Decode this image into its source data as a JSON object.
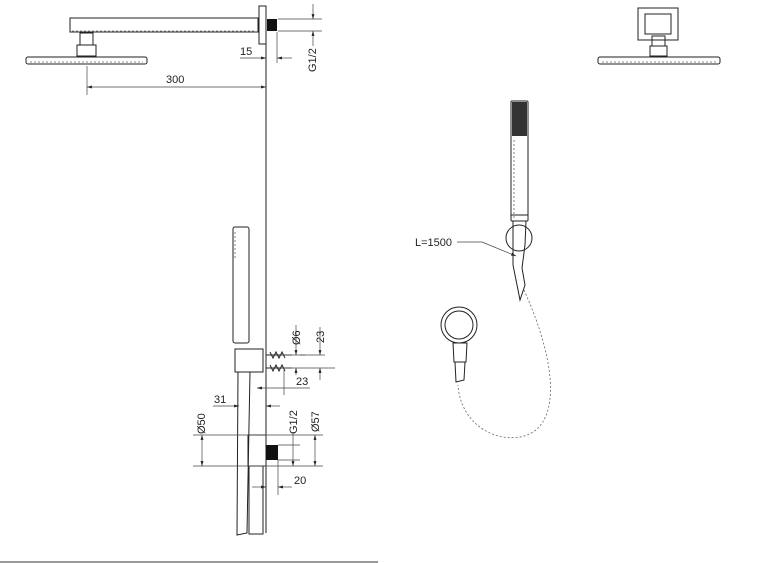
{
  "dimensions": {
    "arm_offset": "15",
    "arm_length": "300",
    "arm_thread": "G1/2",
    "screw_diameter": "Ø6",
    "screw_spacing": "23",
    "screw_depth": "23",
    "bracket_offset": "31",
    "valve_diameter_inner": "Ø50",
    "valve_thread": "G1/2",
    "valve_diameter_outer": "Ø57",
    "valve_depth": "20"
  },
  "hose": {
    "length_label": "L=1500"
  }
}
